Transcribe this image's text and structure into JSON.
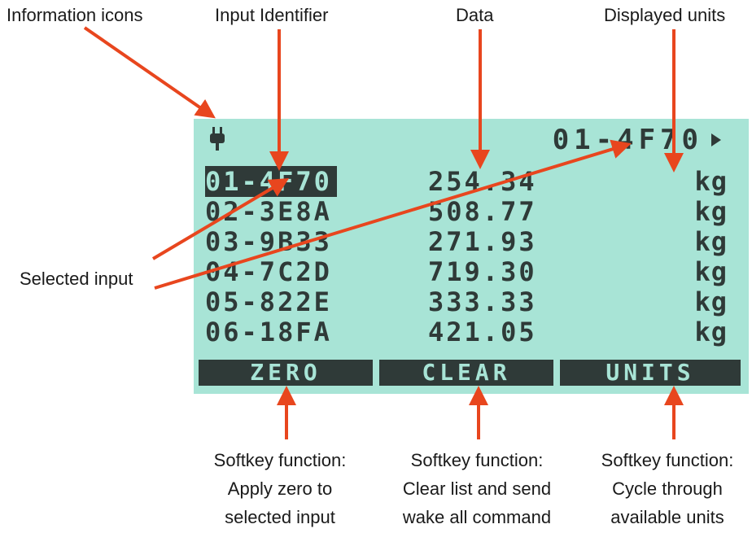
{
  "callouts": {
    "information_icons": "Information icons",
    "input_identifier": "Input Identifier",
    "data": "Data",
    "displayed_units": "Displayed units",
    "selected_input": "Selected input"
  },
  "screen": {
    "status": {
      "icon": "plug-icon",
      "selected_id": "01-4F70",
      "arrow_icon": "play-icon"
    },
    "rows": [
      {
        "id": "01-4F70",
        "value": "254.34",
        "unit": "kg",
        "selected": true
      },
      {
        "id": "02-3E8A",
        "value": "508.77",
        "unit": "kg",
        "selected": false
      },
      {
        "id": "03-9B33",
        "value": "271.93",
        "unit": "kg",
        "selected": false
      },
      {
        "id": "04-7C2D",
        "value": "719.30",
        "unit": "kg",
        "selected": false
      },
      {
        "id": "05-822E",
        "value": "333.33",
        "unit": "kg",
        "selected": false
      },
      {
        "id": "06-18FA",
        "value": "421.05",
        "unit": "kg",
        "selected": false
      }
    ],
    "softkeys": {
      "zero": "ZERO",
      "clear": "CLEAR",
      "units": "UNITS"
    }
  },
  "softkey_notes": {
    "zero": [
      "Softkey function:",
      "Apply zero to",
      "selected input"
    ],
    "clear": [
      "Softkey function:",
      "Clear list and send",
      "wake all command"
    ],
    "units": [
      "Softkey function:",
      "Cycle through",
      "available units"
    ]
  },
  "colors": {
    "lcd_background": "#a8e4d6",
    "lcd_ink": "#2f3a38",
    "arrow": "#e8461e"
  }
}
